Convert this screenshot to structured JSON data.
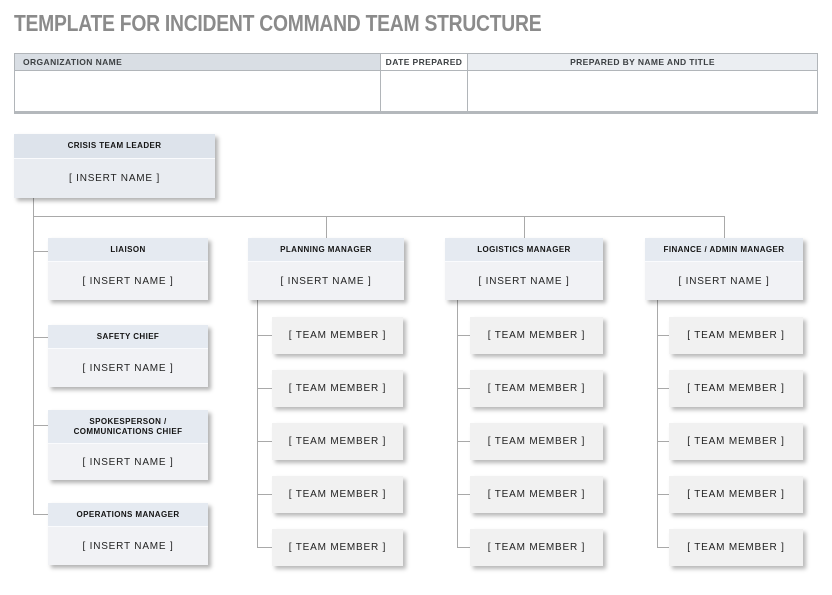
{
  "page": {
    "title": "TEMPLATE FOR INCIDENT COMMAND TEAM STRUCTURE"
  },
  "info_table": {
    "headers": {
      "organization": "ORGANIZATION NAME",
      "date": "DATE PREPARED",
      "prepared_by": "PREPARED BY NAME AND TITLE"
    },
    "values": {
      "organization": "",
      "date": "",
      "prepared_by": ""
    }
  },
  "org_chart": {
    "root": {
      "title": "CRISIS TEAM LEADER",
      "name": "[ INSERT NAME ]"
    },
    "left_branch": [
      {
        "title": "LIAISON",
        "name": "[ INSERT NAME ]"
      },
      {
        "title": "SAFETY CHIEF",
        "name": "[ INSERT NAME ]"
      },
      {
        "title": "SPOKESPERSON / COMMUNICATIONS CHIEF",
        "name": "[ INSERT NAME ]"
      },
      {
        "title": "OPERATIONS MANAGER",
        "name": "[ INSERT NAME ]"
      }
    ],
    "manager_columns": [
      {
        "title": "PLANNING MANAGER",
        "name": "[ INSERT NAME ]",
        "members": [
          "[ TEAM MEMBER ]",
          "[ TEAM MEMBER ]",
          "[ TEAM MEMBER ]",
          "[ TEAM MEMBER ]",
          "[ TEAM MEMBER ]"
        ]
      },
      {
        "title": "LOGISTICS MANAGER",
        "name": "[ INSERT NAME ]",
        "members": [
          "[ TEAM MEMBER ]",
          "[ TEAM MEMBER ]",
          "[ TEAM MEMBER ]",
          "[ TEAM MEMBER ]",
          "[ TEAM MEMBER ]"
        ]
      },
      {
        "title": "FINANCE / ADMIN MANAGER",
        "name": "[ INSERT NAME ]",
        "members": [
          "[ TEAM MEMBER ]",
          "[ TEAM MEMBER ]",
          "[ TEAM MEMBER ]",
          "[ TEAM MEMBER ]",
          "[ TEAM MEMBER ]"
        ]
      }
    ]
  },
  "colors": {
    "title_text": "#8b8b8b",
    "table_border": "#b1b5b9",
    "org_name_header_bg": "#d9dee4",
    "date_header_bg": "#ffffff",
    "prepared_by_header_bg": "#ebeef2",
    "root_header_bg": "#dde3eb",
    "root_body_bg": "#e9ecf1",
    "node_header_bg": "#e5eaf1",
    "node_body_bg": "#f1f2f5",
    "member_bg": "#f1f1f1",
    "connector": "#a9a9a9"
  }
}
